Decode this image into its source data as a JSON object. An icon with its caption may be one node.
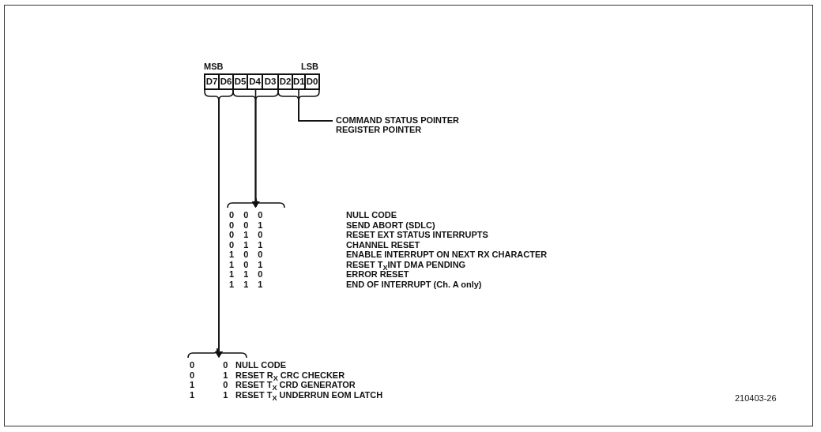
{
  "diagram": {
    "nodes": [
      {
        "text": [
          "D7"
        ]
      },
      {
        "text": [
          "D6"
        ]
      },
      {
        "text": [
          "D5"
        ]
      },
      {
        "text": [
          "D4"
        ]
      },
      {
        "text": [
          "D3"
        ]
      },
      {
        "text": [
          "D2"
        ]
      },
      {
        "text": [
          "D1"
        ]
      },
      {
        "text": [
          "D0"
        ]
      },
      {
        "text": [
          "COMMAND STATUS POINTER",
          "REGISTER POINTER"
        ]
      },
      {
        "text": [
          "0 0 0",
          "NULL CODE",
          "0 0 1",
          "SEND ABORT (SDLC)",
          "0 1 0",
          "RESET EXT STATUS INTERRUPTS",
          "0 1 1",
          "CHANNEL RESET",
          "1 0 0",
          "ENABLE INTERRUPT ON NEXT RX CHARACTER",
          "1 0 1",
          "RESET T$_{X}$INT DMA PENDING",
          "1 1 0",
          "ERROR RESET",
          "1 1 1",
          "END OF INTERRUPT (Ch. A only)"
        ]
      },
      {
        "text": [
          "0 0",
          "NULL CODE",
          "0 1",
          "RESET R$_{X}$ CRC CHECKER",
          "1 0",
          "RESET T$_{X}$ CRD GENERATOR",
          "1 1",
          "RESET T$_{X}$ UNDERRUN EOM LATCH"
        ]
      }
    ],
    "edges": [
      {
        "from": 0,
        "to": 10,
        "arrow": "to"
      },
      {
        "from": 1,
        "to": 10,
        "arrow": "to"
      },
      {
        "from": 2,
        "to": 9,
        "arrow": "to"
      },
      {
        "from": 3,
        "to": 9,
        "arrow": "to"
      },
      {
        "from": 4,
        "to": 9,
        "arrow": "to"
      },
      {
        "from": 5,
        "to": 8,
        "arrow": "none"
      },
      {
        "from": 6,
        "to": 8,
        "arrow": "none"
      },
      {
        "from": 7,
        "to": 8,
        "arrow": "none"
      }
    ],
    "labels": [
      "MSB",
      "LSB",
      "210403-26"
    ]
  }
}
